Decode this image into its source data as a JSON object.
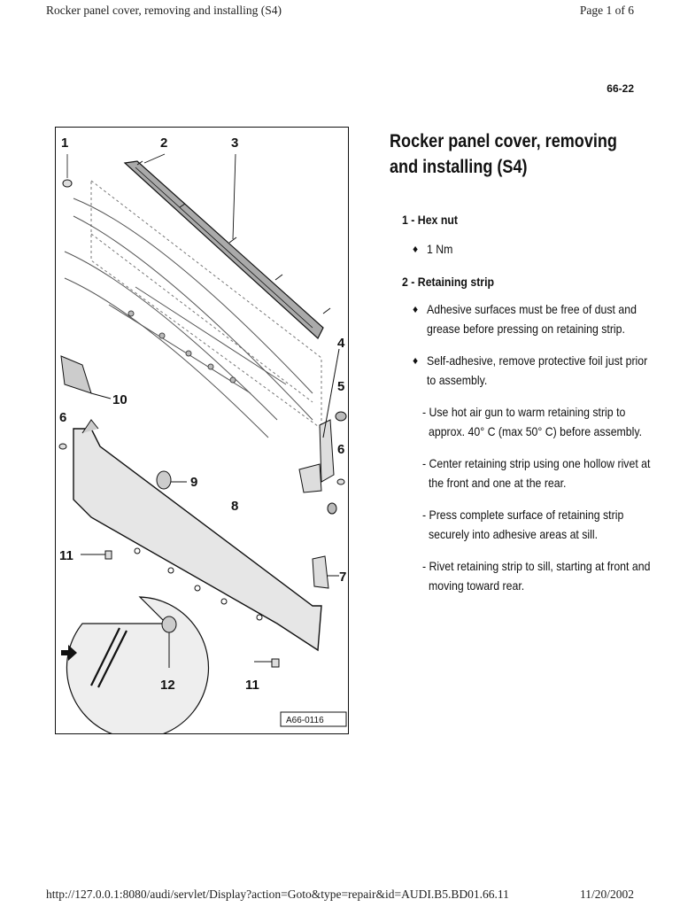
{
  "header": {
    "title": "Rocker panel cover, removing and installing (S4)",
    "page": "Page 1 of 6"
  },
  "page_number": "66-22",
  "heading": "Rocker panel cover, removing and installing (S4)",
  "figure": {
    "code": "A66-0116",
    "labels": [
      "1",
      "2",
      "3",
      "4",
      "5",
      "6",
      "6",
      "7",
      "8",
      "9",
      "10",
      "11",
      "11",
      "12"
    ]
  },
  "items": [
    {
      "title": "1 - Hex nut",
      "bullets": [
        "1 Nm"
      ]
    },
    {
      "title": "2 - Retaining strip",
      "bullets": [
        "Adhesive surfaces must be free of dust and grease before pressing on retaining strip.",
        "Self-adhesive, remove protective foil just prior to assembly."
      ],
      "steps": [
        "- Use hot air gun to warm retaining strip to approx. 40° C (max 50° C) before assembly.",
        "- Center retaining strip using one hollow rivet at the front and one at the rear.",
        "- Press complete surface of retaining strip securely into adhesive areas at sill.",
        "- Rivet retaining strip to sill, starting at front and moving toward rear."
      ]
    }
  ],
  "footer": {
    "url": "http://127.0.0.1:8080/audi/servlet/Display?action=Goto&type=repair&id=AUDI.B5.BD01.66.11",
    "date": "11/20/2002"
  }
}
